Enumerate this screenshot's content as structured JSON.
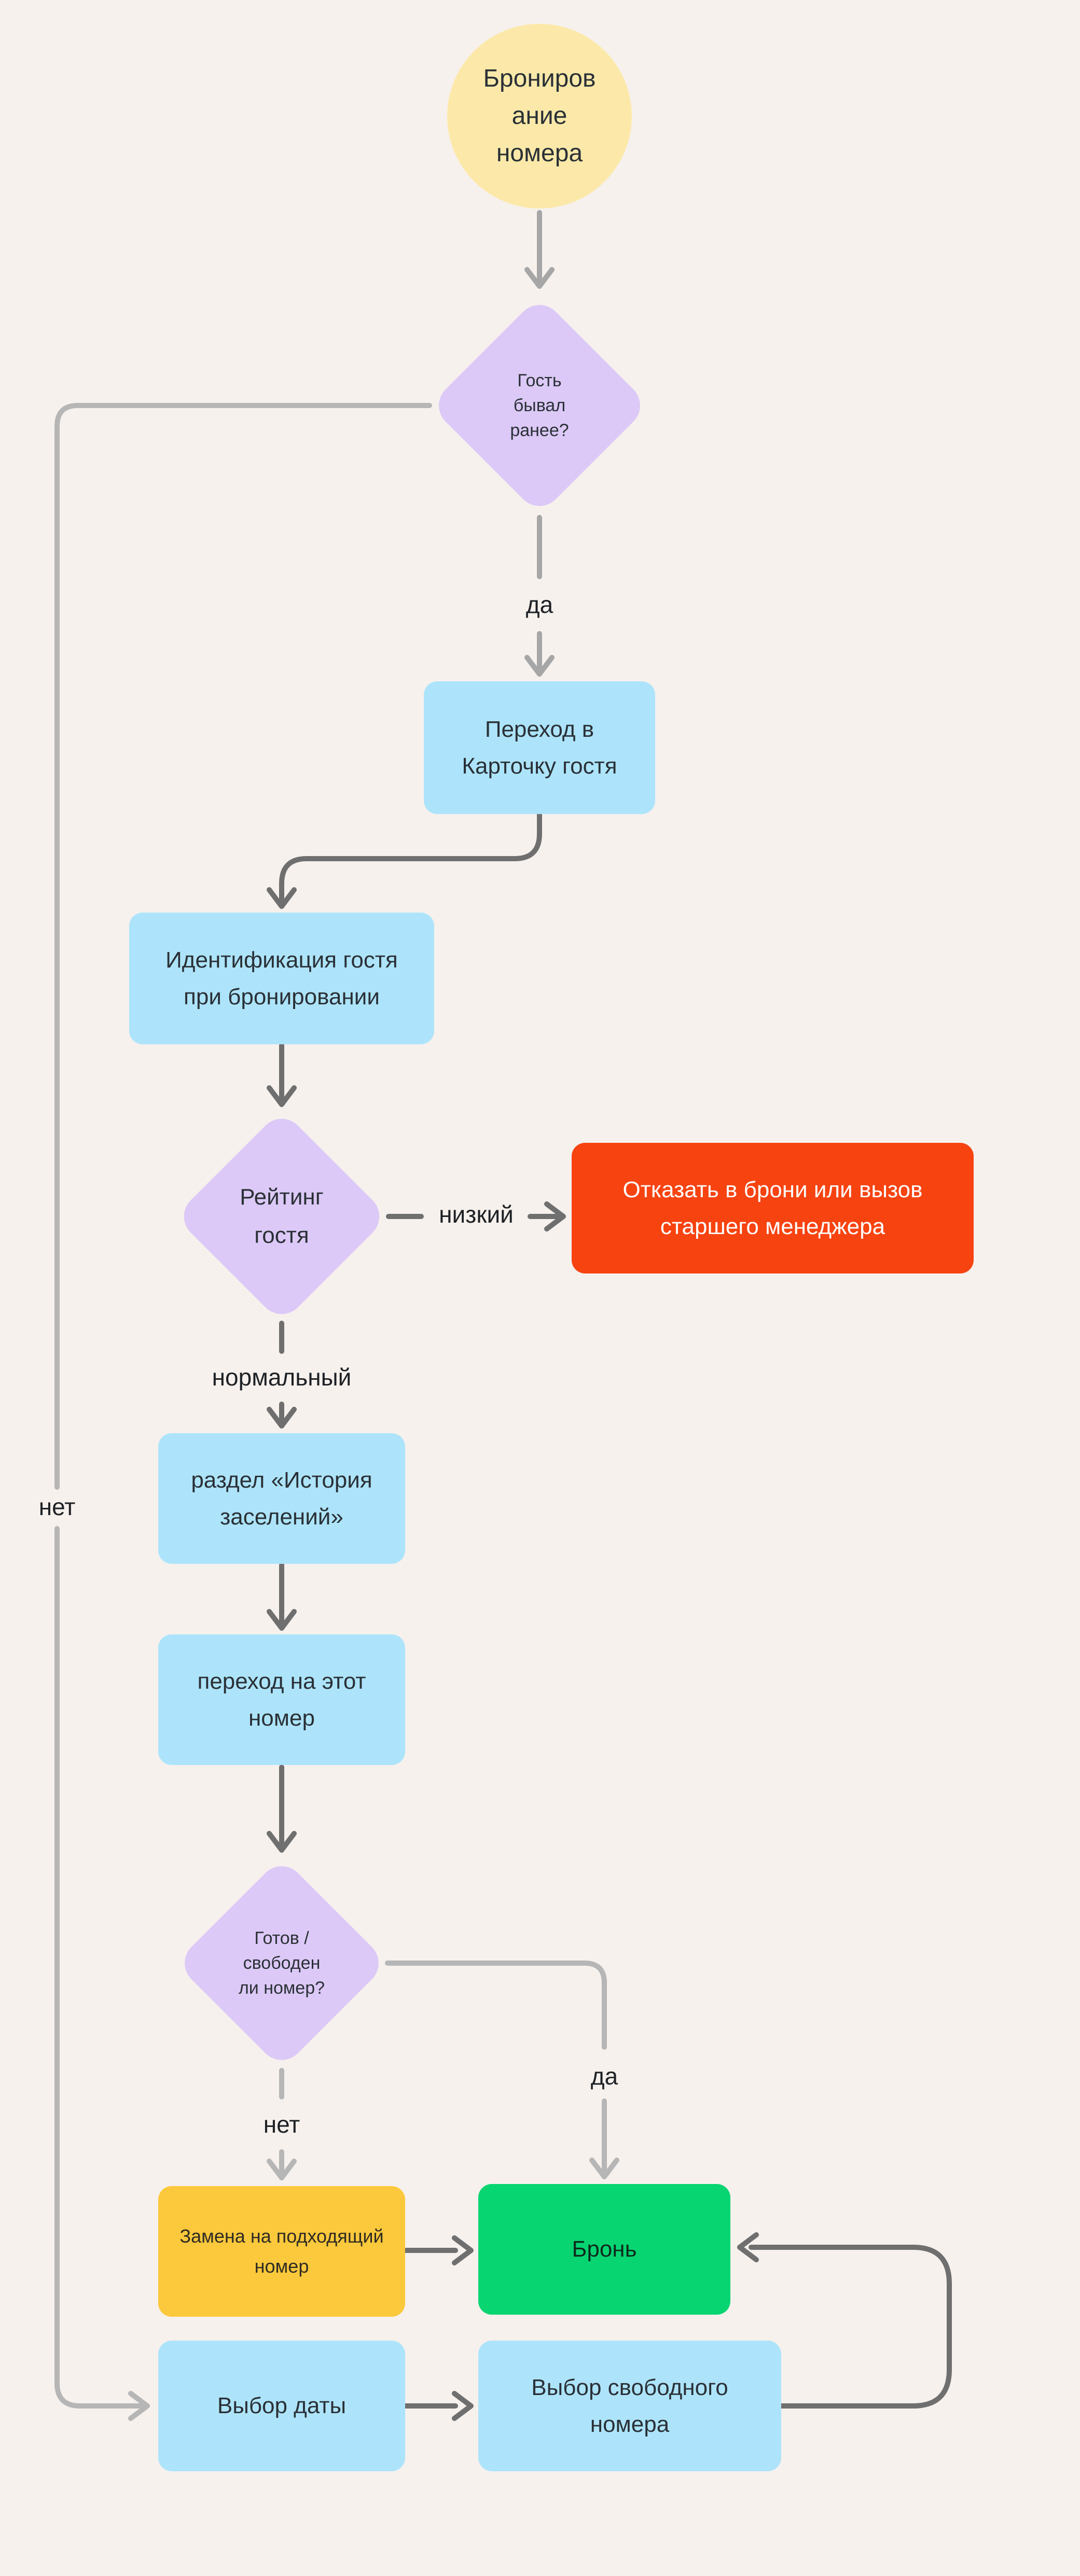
{
  "diagram": {
    "background_color": "#f6f1ed",
    "nodes": {
      "start": {
        "shape": "circle",
        "fill": "#fce9a9",
        "label": "Брониров\nание\nномера"
      },
      "guest_been_before": {
        "shape": "diamond",
        "fill": "#dcc9f7",
        "label": "Гость\nбывал\nранее?"
      },
      "guest_card": {
        "shape": "rect",
        "fill": "#ade4fb",
        "label": "Переход в\nКарточку гостя"
      },
      "identification": {
        "shape": "rect",
        "fill": "#ade4fb",
        "label": "Идентификация гостя\nпри бронировании"
      },
      "guest_rating": {
        "shape": "diamond",
        "fill": "#dcc9f7",
        "label": "Рейтинг\nгостя"
      },
      "refuse_booking": {
        "shape": "rect",
        "fill": "#f74310",
        "label": "Отказать в брони или вызов\nстаршего менеджера"
      },
      "history_section": {
        "shape": "rect",
        "fill": "#ade4fb",
        "label": "раздел «История\nзаселений»"
      },
      "go_to_room": {
        "shape": "rect",
        "fill": "#ade4fb",
        "label": "переход на этот\nномер"
      },
      "room_ready": {
        "shape": "diamond",
        "fill": "#dcc9f7",
        "label": "Готов /\nсвободен\nли номер?"
      },
      "replace_room": {
        "shape": "rect",
        "fill": "#fcc83c",
        "label": "Замена на подходящий\nномер"
      },
      "booking": {
        "shape": "rect",
        "fill": "#06d572",
        "label": "Бронь"
      },
      "choose_date": {
        "shape": "rect",
        "fill": "#ade4fb",
        "label": "Выбор даты"
      },
      "choose_free_room": {
        "shape": "rect",
        "fill": "#ade4fb",
        "label": "Выбор свободного\nномера"
      }
    },
    "edge_labels": {
      "guest_yes": "да",
      "guest_no": "нет",
      "rating_low": "низкий",
      "rating_normal": "нормальный",
      "room_yes": "да",
      "room_no": "нет"
    },
    "edge_colors": {
      "dark": "#6f6f6f",
      "mid": "#a6a6a6",
      "light": "#b6b6b6"
    }
  }
}
